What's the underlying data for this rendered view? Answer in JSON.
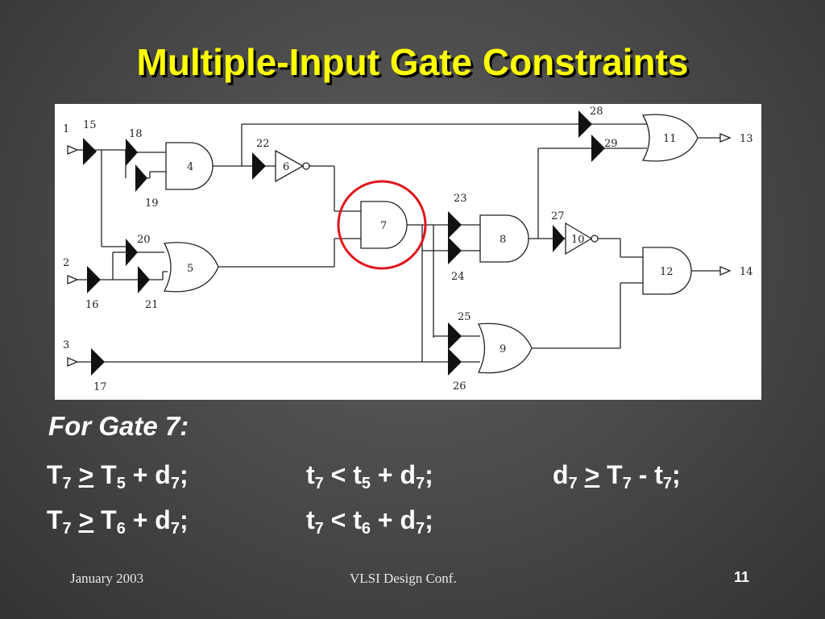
{
  "slide": {
    "title": "Multiple-Input Gate Constraints",
    "subheading": "For Gate 7:",
    "footer_left": "January 2003",
    "footer_center": "VLSI Design Conf.",
    "page_number": "11"
  },
  "diagram": {
    "gate_labels": [
      "4",
      "5",
      "6",
      "7",
      "8",
      "9",
      "10",
      "11",
      "12"
    ],
    "wire_labels": [
      "1",
      "2",
      "3",
      "13",
      "14",
      "15",
      "16",
      "17",
      "18",
      "19",
      "20",
      "21",
      "22",
      "23",
      "24",
      "25",
      "26",
      "27",
      "28",
      "29"
    ],
    "highlighted_gate": "7",
    "highlight_color": "#e0141b"
  },
  "equations": {
    "row1": [
      {
        "T": "T",
        "a": "7",
        "op": ">",
        "B": "T",
        "b": "5",
        "rest": " + d",
        "c": "7",
        "end": ";"
      },
      {
        "t": "t",
        "a": "7",
        "op": "<",
        "B": "t",
        "b": "5",
        "rest": " + d",
        "c": "7",
        "end": ";"
      },
      {
        "d": "d",
        "a": "7",
        "op": ">",
        "B": "T",
        "b": "7",
        "rest": " - t",
        "c": "7",
        "end": ";"
      }
    ],
    "row2": [
      {
        "T": "T",
        "a": "7",
        "op": ">",
        "B": "T",
        "b": "6",
        "rest": " + d",
        "c": "7",
        "end": ";"
      },
      {
        "t": "t",
        "a": "7",
        "op": "<",
        "B": "t",
        "b": "6",
        "rest": " + d",
        "c": "7",
        "end": ";"
      }
    ]
  }
}
